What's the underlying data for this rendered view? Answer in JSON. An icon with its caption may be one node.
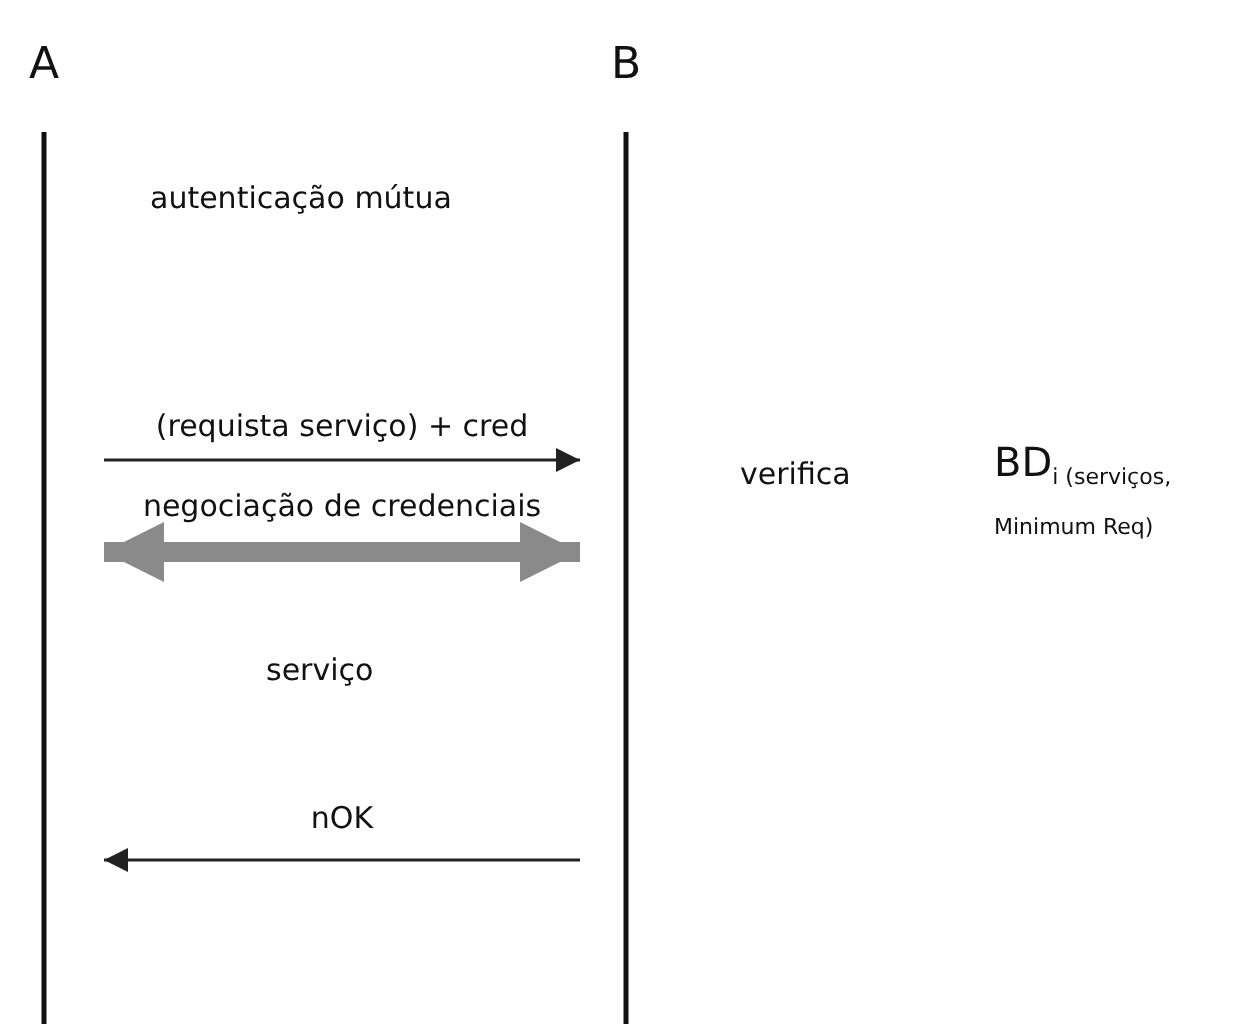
{
  "diagram": {
    "nodes": [
      {
        "text": [
          "A"
        ]
      },
      {
        "text": [
          "B"
        ]
      }
    ],
    "edges": [
      {
        "from": 0,
        "to": 1,
        "arrow": "to",
        "label": "(requista serviço) + cred"
      },
      {
        "from": 0,
        "to": 1,
        "arrow": "both",
        "label": "negociação de credenciais",
        "style": "thick",
        "color": "#8a8a8a"
      },
      {
        "from": 1,
        "to": 0,
        "arrow": "to",
        "label": "nOK"
      }
    ],
    "labels": [
      "autenticação mútua",
      "verifica",
      "BD$_{i (serviços, Minimum Req)}$",
      "serviço"
    ]
  }
}
